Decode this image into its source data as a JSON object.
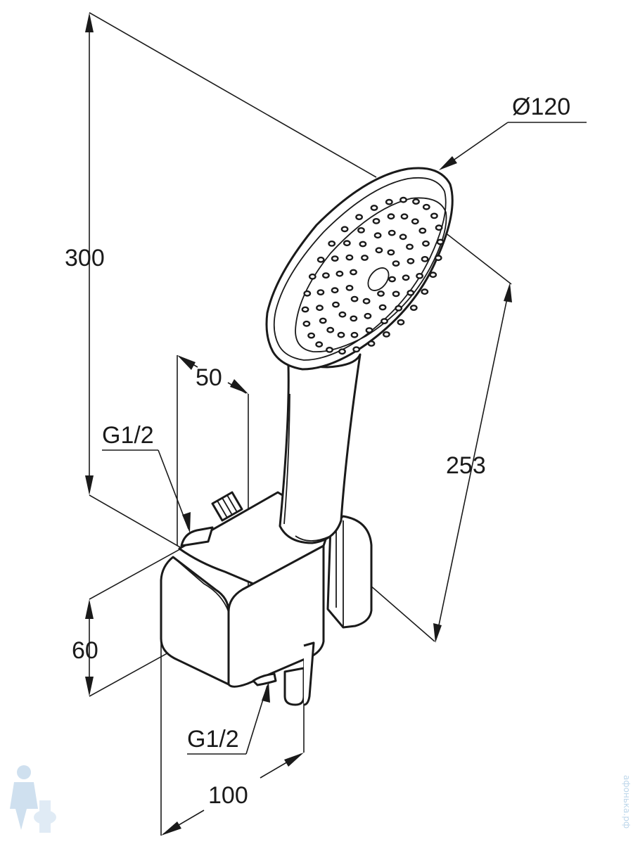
{
  "dimensions": {
    "total_height": "300",
    "head_diameter": "Ø120",
    "shower_length": "253",
    "holder_depth": "50",
    "inlet_thread_top": "G1/2",
    "inlet_thread_bottom": "G1/2",
    "holder_height": "60",
    "holder_width": "100"
  },
  "watermark": {
    "text": "афонька.рф"
  }
}
